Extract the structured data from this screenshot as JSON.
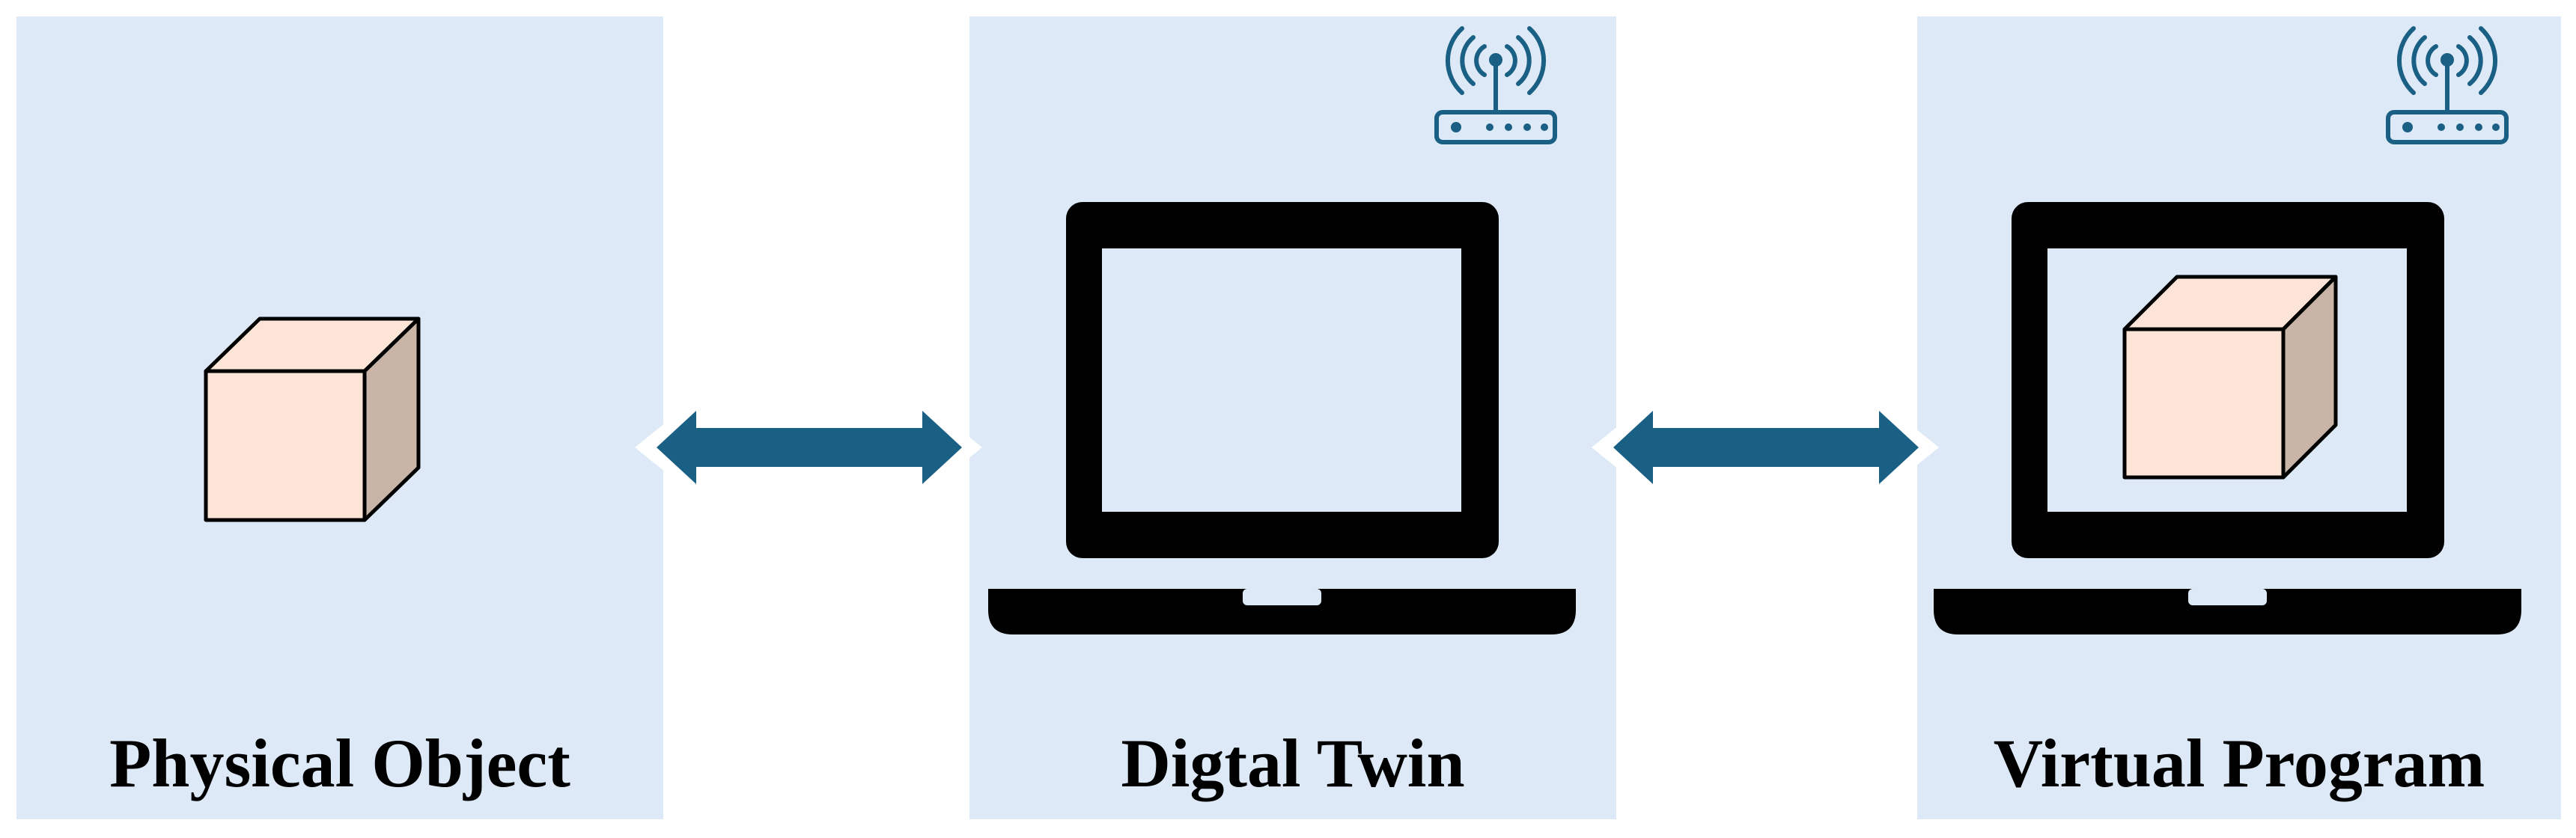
{
  "panels": [
    {
      "id": "physical",
      "label": "Physical Object"
    },
    {
      "id": "twin",
      "label": "Digtal Twin"
    },
    {
      "id": "virtual",
      "label": "Virtual Program"
    }
  ],
  "colors": {
    "panel_bg": "#dde9f6",
    "arrow": "#1a5f84",
    "cube_front": "#fce4d6",
    "cube_side": "#c9b5a8",
    "router": "#1a5f84",
    "laptop": "#000000"
  },
  "icons": [
    "cube-icon",
    "laptop-icon",
    "router-icon",
    "bidirectional-arrow-icon"
  ]
}
